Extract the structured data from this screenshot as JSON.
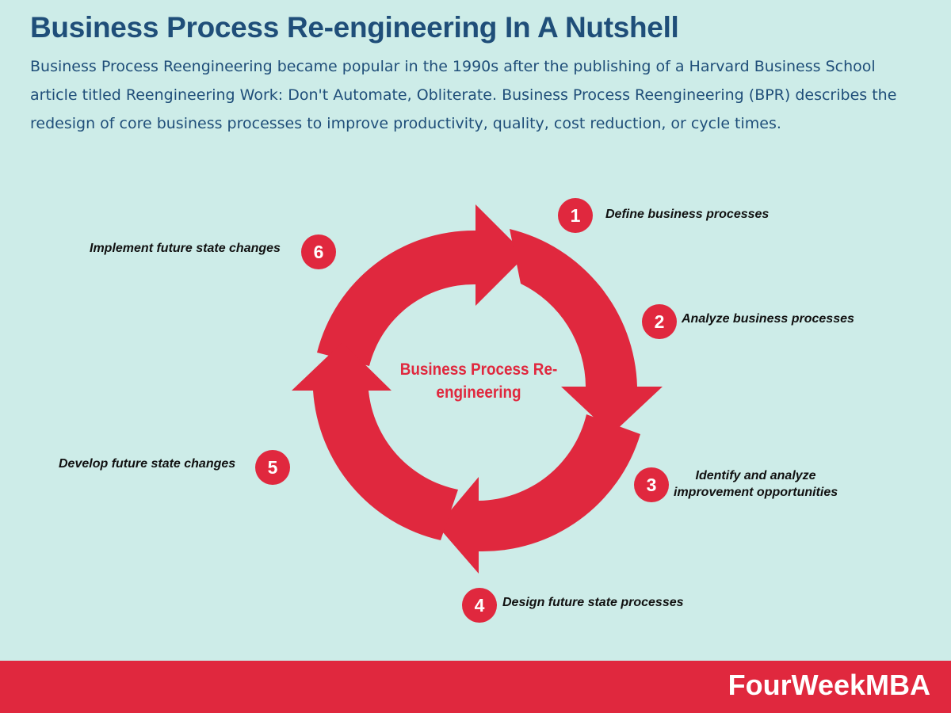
{
  "header": {
    "title": "Business Process Re-engineering In A Nutshell",
    "intro": "Business Process Reengineering became popular in the 1990s after the publishing of a Harvard Business School article titled Reengineering Work: Don't Automate, Obliterate. Business Process Reengineering (BPR) describes the redesign of core business processes to improve productivity, quality, cost reduction, or cycle times."
  },
  "diagram": {
    "center_label": "Business Process Re-engineering",
    "accent_color": "#e0283e",
    "steps": [
      {
        "number": "1",
        "label": "Define business processes"
      },
      {
        "number": "2",
        "label": "Analyze business processes"
      },
      {
        "number": "3",
        "label_line1": "Identify and analyze",
        "label_line2": "improvement opportunities"
      },
      {
        "number": "4",
        "label": "Design future state processes"
      },
      {
        "number": "5",
        "label": "Develop future state changes"
      },
      {
        "number": "6",
        "label": "Implement future state changes"
      }
    ]
  },
  "footer": {
    "brand": "FourWeekMBA"
  }
}
